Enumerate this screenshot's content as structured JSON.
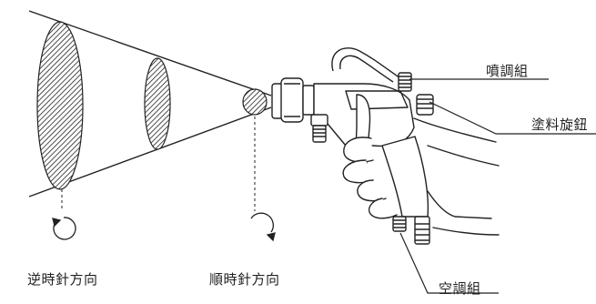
{
  "labels": {
    "nozzle_knob": "噴調組",
    "fluid_knob": "塗料旋鈕",
    "air_knob": "空調組",
    "counterclockwise": "逆時針方向",
    "clockwise": "順時針方向"
  }
}
